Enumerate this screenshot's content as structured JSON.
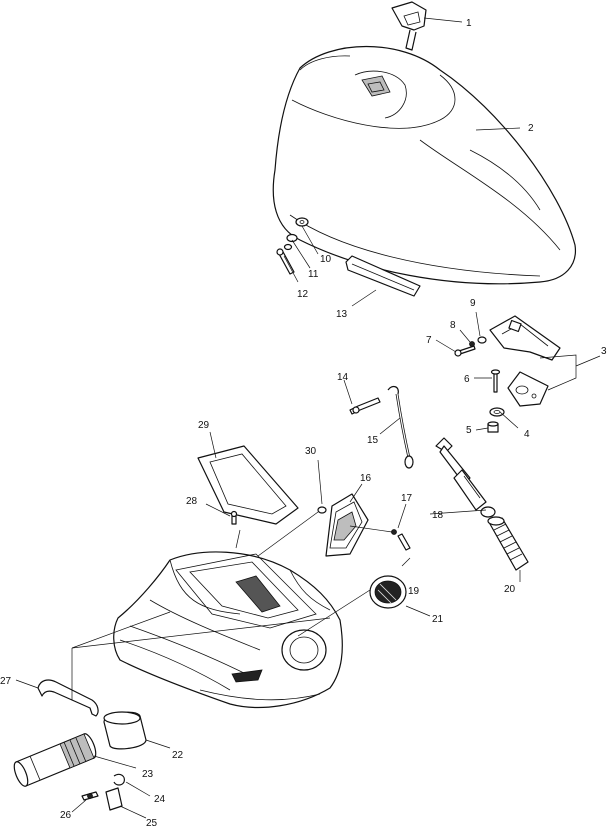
{
  "callouts": [
    {
      "id": "c1",
      "label": "1"
    },
    {
      "id": "c2",
      "label": "2"
    },
    {
      "id": "c3",
      "label": "3"
    },
    {
      "id": "c4",
      "label": "4"
    },
    {
      "id": "c5",
      "label": "5"
    },
    {
      "id": "c6",
      "label": "6"
    },
    {
      "id": "c7",
      "label": "7"
    },
    {
      "id": "c8",
      "label": "8"
    },
    {
      "id": "c9",
      "label": "9"
    },
    {
      "id": "c10",
      "label": "10"
    },
    {
      "id": "c11",
      "label": "11"
    },
    {
      "id": "c12",
      "label": "12"
    },
    {
      "id": "c13",
      "label": "13"
    },
    {
      "id": "c14",
      "label": "14"
    },
    {
      "id": "c15",
      "label": "15"
    },
    {
      "id": "c16",
      "label": "16"
    },
    {
      "id": "c17",
      "label": "17"
    },
    {
      "id": "c18",
      "label": "18"
    },
    {
      "id": "c19",
      "label": "19"
    },
    {
      "id": "c20",
      "label": "20"
    },
    {
      "id": "c21",
      "label": "21"
    },
    {
      "id": "c22",
      "label": "22"
    },
    {
      "id": "c23",
      "label": "23"
    },
    {
      "id": "c24",
      "label": "24"
    },
    {
      "id": "c25",
      "label": "25"
    },
    {
      "id": "c26",
      "label": "26"
    },
    {
      "id": "c27",
      "label": "27"
    },
    {
      "id": "c28",
      "label": "28"
    },
    {
      "id": "c29",
      "label": "29"
    },
    {
      "id": "c30",
      "label": "30"
    }
  ]
}
